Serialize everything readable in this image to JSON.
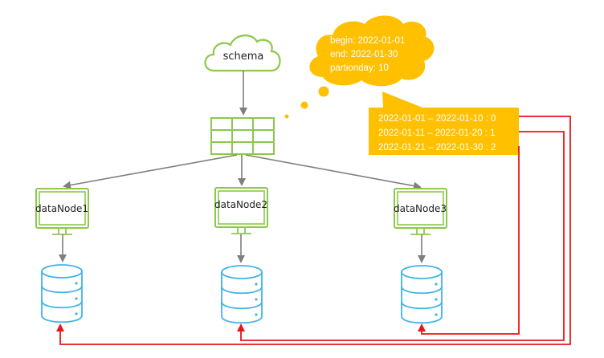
{
  "colors": {
    "node_green": "#8cc84b",
    "db_blue": "#3fb4ea",
    "arrow_gray": "#7f7f7f",
    "callout_yellow": "#ffc000",
    "callout_text": "#ffffff",
    "route_red": "#e8161c"
  },
  "schema": {
    "label": "schema",
    "icon": "cloud-icon"
  },
  "table": {
    "icon": "table-grid-icon",
    "rows": 3,
    "cols": 3
  },
  "thought_bubble": {
    "lines": [
      "begin: 2022-01-01",
      "end: 2022-01-30",
      "partionday: 10"
    ]
  },
  "partition_box": {
    "lines": [
      "2022-01-01 – 2022-01-10 : 0",
      "2022-01-11 – 2022-01-20 : 1",
      "2022-01-21 – 2022-01-30 : 2"
    ]
  },
  "data_nodes": [
    {
      "label": "dataNode1",
      "icon": "monitor-icon",
      "db_icon": "database-icon"
    },
    {
      "label": "dataNode2",
      "icon": "monitor-icon",
      "db_icon": "database-icon"
    },
    {
      "label": "dataNode3",
      "icon": "monitor-icon",
      "db_icon": "database-icon"
    }
  ],
  "routes": [
    {
      "partition": 0,
      "target": "dataNode1"
    },
    {
      "partition": 1,
      "target": "dataNode2"
    },
    {
      "partition": 2,
      "target": "dataNode3"
    }
  ]
}
